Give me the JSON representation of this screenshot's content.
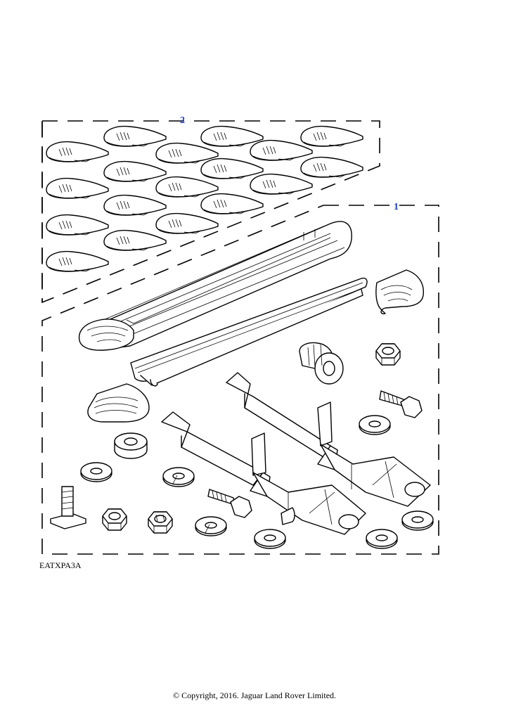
{
  "diagram": {
    "callouts": [
      {
        "id": "1",
        "label": "1",
        "color": "#1a3cc8"
      },
      {
        "id": "2",
        "label": "2",
        "color": "#1a3cc8"
      }
    ],
    "reference_code": "EATXPA3A",
    "copyright": "© Copyright, 2016. Jaguar Land Rover Limited."
  },
  "colors": {
    "line": "#000000",
    "callout": "#1a3cc8",
    "background": "#ffffff"
  }
}
